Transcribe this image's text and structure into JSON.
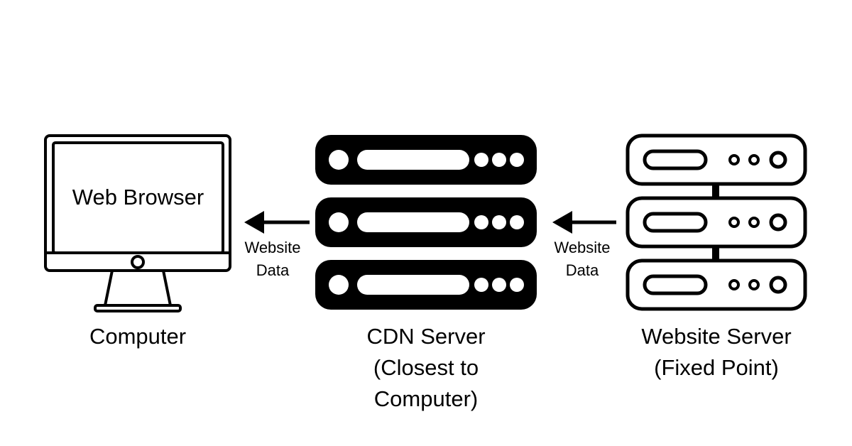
{
  "colors": {
    "ink": "#000000",
    "background": "#ffffff"
  },
  "nodes": {
    "computer": {
      "icon": "computer-monitor-icon",
      "screen_text": "Web Browser",
      "caption": [
        "Computer"
      ]
    },
    "cdn_server": {
      "icon": "server-rack-filled-icon",
      "caption": [
        "CDN Server",
        "(Closest to",
        "Computer)"
      ]
    },
    "website_server": {
      "icon": "server-rack-outline-icon",
      "caption": [
        "Website Server",
        "(Fixed Point)"
      ]
    }
  },
  "edges": [
    {
      "from": "cdn_server",
      "to": "computer",
      "label": [
        "Website",
        "Data"
      ]
    },
    {
      "from": "website_server",
      "to": "cdn_server",
      "label": [
        "Website",
        "Data"
      ]
    }
  ]
}
